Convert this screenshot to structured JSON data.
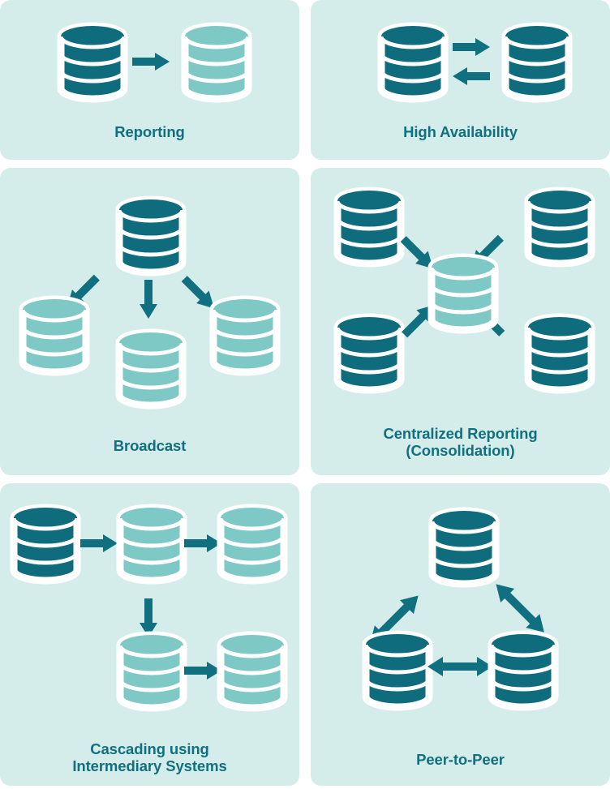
{
  "theme": {
    "page_background": "#ffffff",
    "panel_background": "#d4ecea",
    "db_dark": "#0e6c7d",
    "db_light": "#7ec9c6",
    "outline": "#ffffff",
    "arrow": "#11707f",
    "caption_color": "#11707f"
  },
  "diagram": {
    "type": "database-replication-topologies",
    "panel_count": 6
  },
  "panels": [
    {
      "id": "reporting",
      "caption": "Reporting",
      "nodes": [
        {
          "name": "source-database",
          "shade": "dark"
        },
        {
          "name": "reporting-replica-database",
          "shade": "light"
        }
      ],
      "arrows": [
        {
          "name": "arrow-source-to-replica",
          "direction": "right",
          "style": "single"
        }
      ]
    },
    {
      "id": "high-availability",
      "caption": "High Availability",
      "nodes": [
        {
          "name": "primary-database",
          "shade": "dark"
        },
        {
          "name": "standby-database",
          "shade": "dark"
        }
      ],
      "arrows": [
        {
          "name": "arrow-primary-to-standby",
          "direction": "right",
          "style": "single"
        },
        {
          "name": "arrow-standby-to-primary",
          "direction": "left",
          "style": "single"
        }
      ]
    },
    {
      "id": "broadcast",
      "caption": "Broadcast",
      "nodes": [
        {
          "name": "broadcast-source-database",
          "shade": "dark"
        },
        {
          "name": "broadcast-target-left-database",
          "shade": "light"
        },
        {
          "name": "broadcast-target-center-database",
          "shade": "light"
        },
        {
          "name": "broadcast-target-right-database",
          "shade": "light"
        }
      ],
      "arrows": [
        {
          "name": "arrow-source-to-left",
          "direction": "down-left",
          "style": "single"
        },
        {
          "name": "arrow-source-to-center",
          "direction": "down",
          "style": "single"
        },
        {
          "name": "arrow-source-to-right",
          "direction": "down-right",
          "style": "single"
        }
      ]
    },
    {
      "id": "centralized-reporting",
      "caption": "Centralized Reporting\n(Consolidation)",
      "nodes": [
        {
          "name": "source-top-left-database",
          "shade": "dark"
        },
        {
          "name": "source-top-right-database",
          "shade": "dark"
        },
        {
          "name": "source-bottom-left-database",
          "shade": "dark"
        },
        {
          "name": "source-bottom-right-database",
          "shade": "dark"
        },
        {
          "name": "consolidated-center-database",
          "shade": "light"
        }
      ],
      "arrows": [
        {
          "name": "arrow-top-left-to-center",
          "direction": "down-right",
          "style": "single"
        },
        {
          "name": "arrow-top-right-to-center",
          "direction": "down-left",
          "style": "single"
        },
        {
          "name": "arrow-bottom-left-to-center",
          "direction": "up-right",
          "style": "single"
        },
        {
          "name": "arrow-bottom-right-to-center",
          "direction": "up-left",
          "style": "single"
        }
      ]
    },
    {
      "id": "cascading",
      "caption": "Cascading using\nIntermediary Systems",
      "nodes": [
        {
          "name": "cascade-source-database",
          "shade": "dark"
        },
        {
          "name": "cascade-intermediary-database",
          "shade": "light"
        },
        {
          "name": "cascade-target-top-right-database",
          "shade": "light"
        },
        {
          "name": "cascade-target-bottom-center-database",
          "shade": "light"
        },
        {
          "name": "cascade-target-bottom-right-database",
          "shade": "light"
        }
      ],
      "arrows": [
        {
          "name": "arrow-source-to-intermediary",
          "direction": "right",
          "style": "single"
        },
        {
          "name": "arrow-intermediary-to-top-right",
          "direction": "right",
          "style": "single"
        },
        {
          "name": "arrow-intermediary-to-bottom",
          "direction": "down",
          "style": "single"
        },
        {
          "name": "arrow-bottom-center-to-bottom-right",
          "direction": "right",
          "style": "single"
        }
      ]
    },
    {
      "id": "peer-to-peer",
      "caption": "Peer-to-Peer",
      "nodes": [
        {
          "name": "peer-top-database",
          "shade": "dark"
        },
        {
          "name": "peer-bottom-left-database",
          "shade": "dark"
        },
        {
          "name": "peer-bottom-right-database",
          "shade": "dark"
        }
      ],
      "arrows": [
        {
          "name": "arrow-top-to-bottom-left",
          "direction": "diagonal",
          "style": "double"
        },
        {
          "name": "arrow-top-to-bottom-right",
          "direction": "diagonal",
          "style": "double"
        },
        {
          "name": "arrow-bottom-left-to-bottom-right",
          "direction": "horizontal",
          "style": "double"
        }
      ]
    }
  ]
}
